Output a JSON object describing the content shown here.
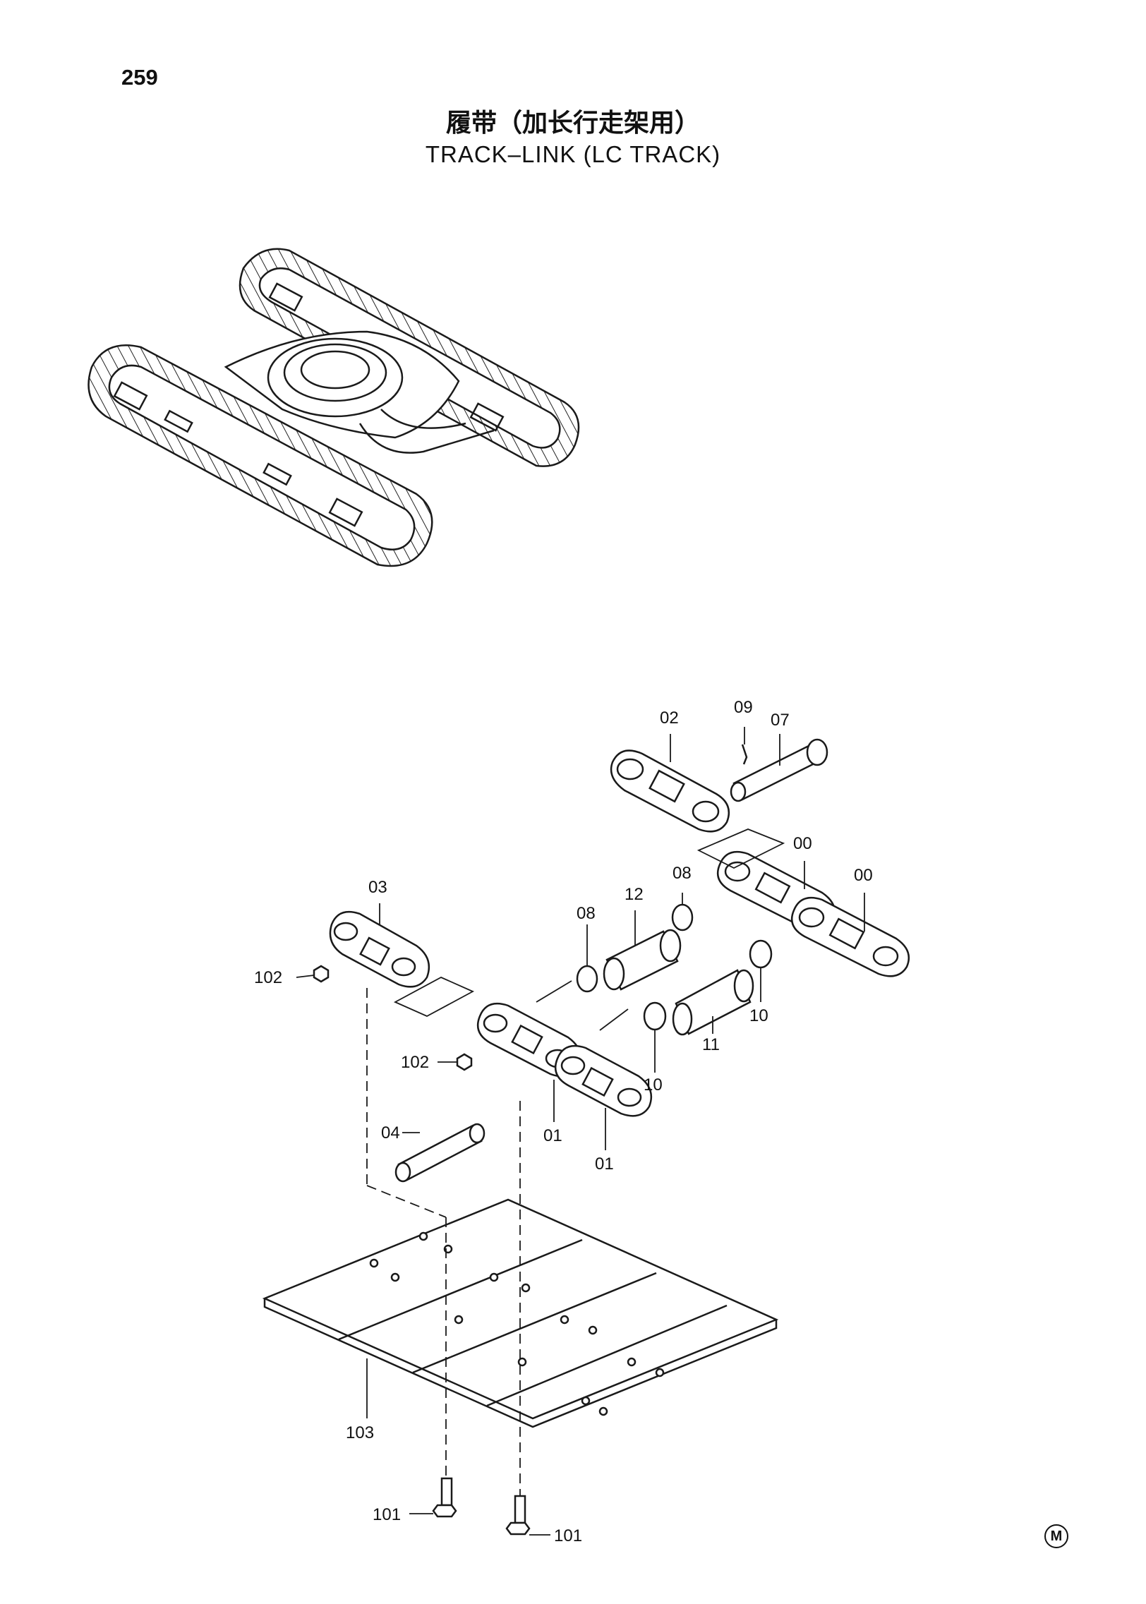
{
  "page_number": "259",
  "title_cn": "履带（加长行走架用）",
  "title_en": "TRACK–LINK (LC TRACK)",
  "corner_mark": "M",
  "callouts": {
    "p02": "02",
    "p09": "09",
    "p07": "07",
    "p00a": "00",
    "p00b": "00",
    "p08a": "08",
    "p08b": "08",
    "p12": "12",
    "p03": "03",
    "p102a": "102",
    "p102b": "102",
    "p10a": "10",
    "p10b": "10",
    "p11": "11",
    "p04": "04",
    "p01a": "01",
    "p01b": "01",
    "p103": "103",
    "p101a": "101",
    "p101b": "101"
  }
}
